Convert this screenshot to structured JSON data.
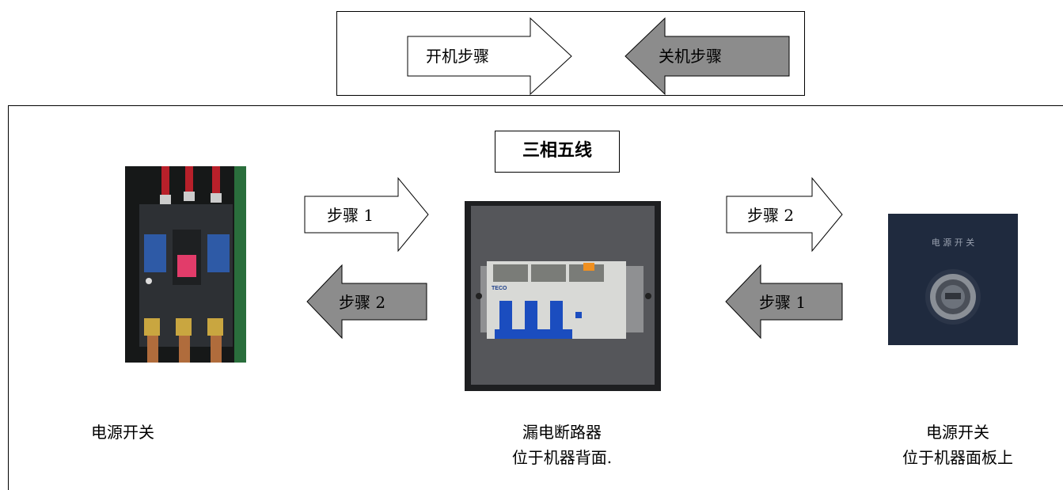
{
  "top_nav": {
    "startup_label": "开机步骤",
    "shutdown_label": "关机步骤"
  },
  "panel": {
    "title": "三相五线",
    "left_forward_step": "步骤 1",
    "left_back_step": "步骤 2",
    "right_forward_step": "步骤 2",
    "right_back_step": "步骤 1"
  },
  "captions": {
    "left": [
      "电源开关"
    ],
    "center": [
      "漏电断路器",
      "位于机器背面."
    ],
    "right": [
      "电源开关",
      "位于机器面板上"
    ]
  },
  "device_text": {
    "breaker_brand": "TECO",
    "switch_label": "电 源 开 关"
  },
  "colors": {
    "arrow_gray": "#8c8c8c",
    "outline": "#000000"
  }
}
